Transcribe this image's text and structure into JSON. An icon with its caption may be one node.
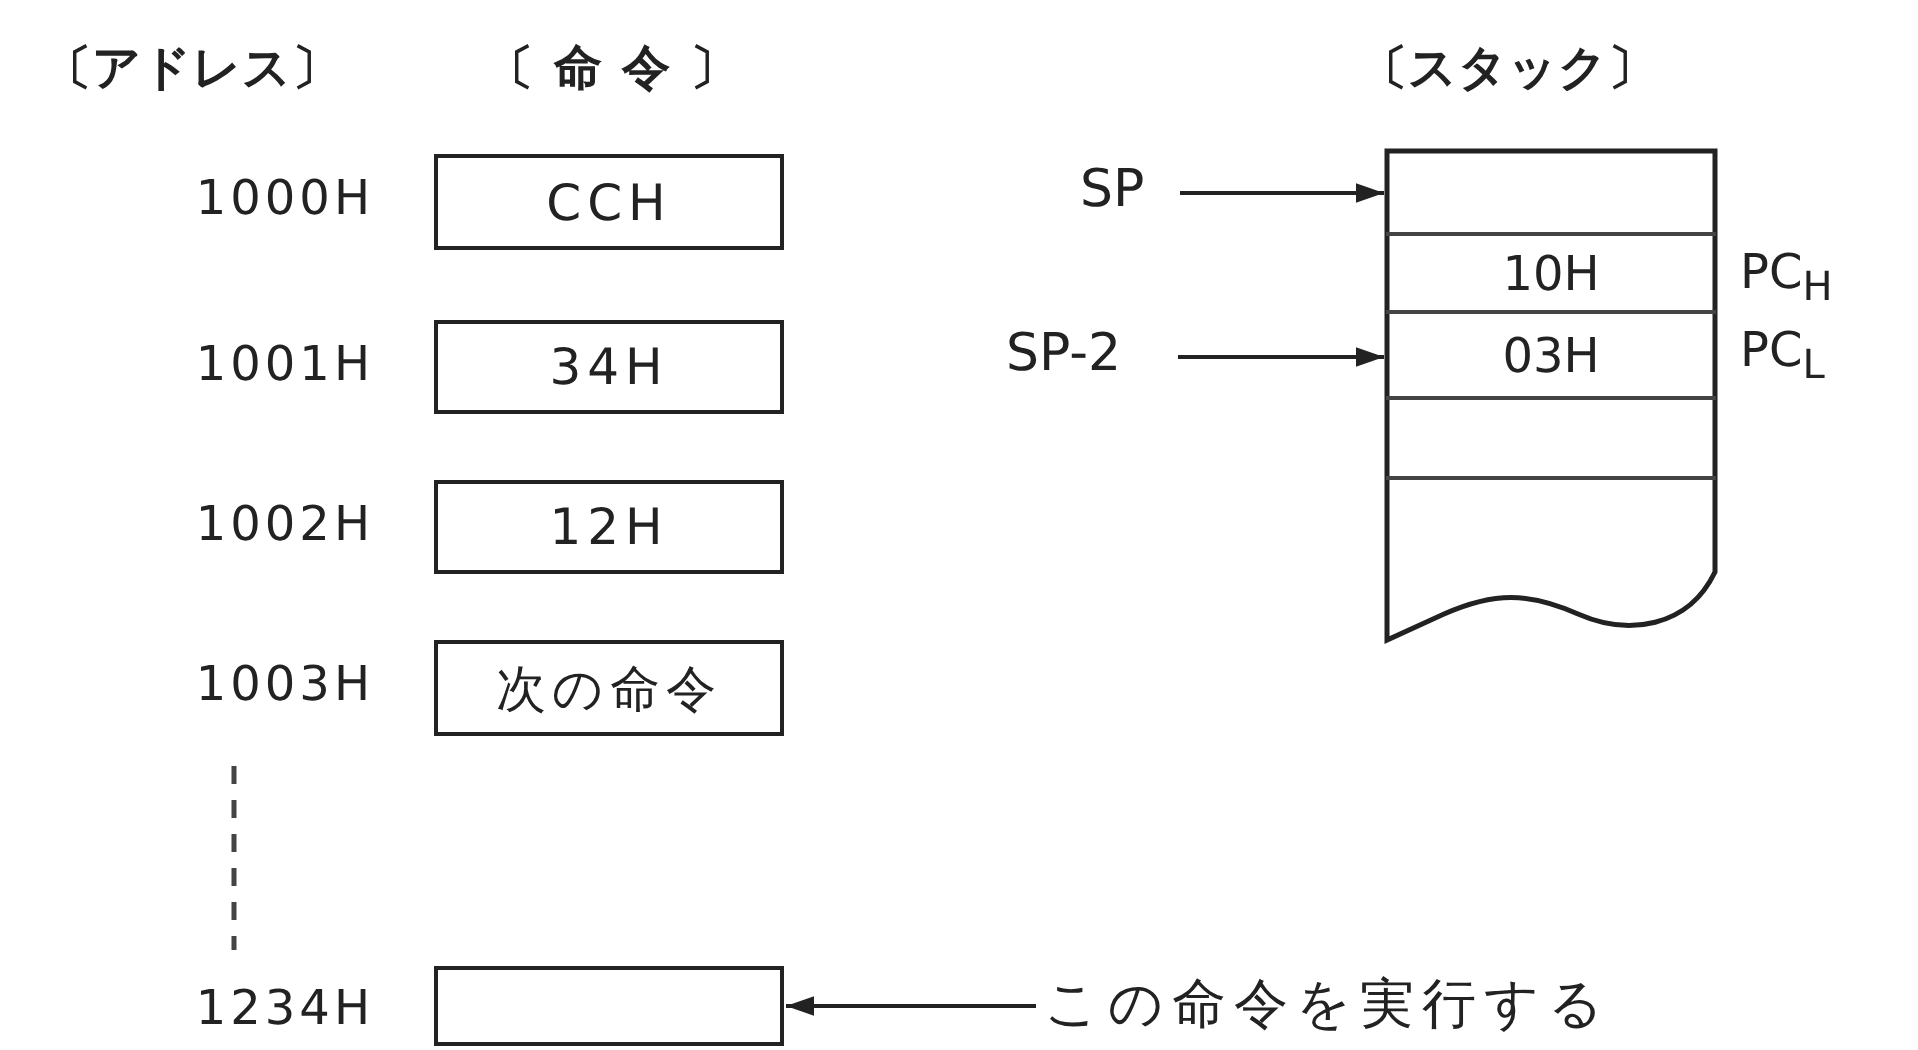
{
  "diagram": {
    "nodes": [
      {
        "text": [
          "CCH"
        ]
      },
      {
        "text": [
          "34H"
        ]
      },
      {
        "text": [
          "12H"
        ]
      },
      {
        "text": [
          "次の命令"
        ]
      },
      {
        "text": [],
        "shape": "box"
      },
      {
        "text": [
          "この命令を実行する"
        ]
      },
      {
        "text": [
          "〔スタック〕"
        ]
      },
      {
        "text": [],
        "shape": "box",
        "in": 6
      },
      {
        "text": [
          "10H"
        ],
        "in": 6,
        "beside": [
          "PC$_{H}$"
        ]
      },
      {
        "text": [
          "03H"
        ],
        "in": 6,
        "beside": [
          "PC$_{L}$"
        ]
      },
      {
        "text": [],
        "shape": "box",
        "in": 6
      },
      {
        "text": [
          "SP"
        ]
      },
      {
        "text": [
          "SP-2"
        ]
      }
    ],
    "edges": [
      {
        "from": 5,
        "to": 4,
        "arrow": "to"
      },
      {
        "from": 11,
        "to": 7,
        "arrow": "to"
      },
      {
        "from": 12,
        "to": 9,
        "arrow": "to"
      }
    ],
    "labels": [
      "〔アドレス〕",
      "〔命令〕",
      "1000H",
      "1001H",
      "1002H",
      "1003H",
      "1234H"
    ]
  }
}
